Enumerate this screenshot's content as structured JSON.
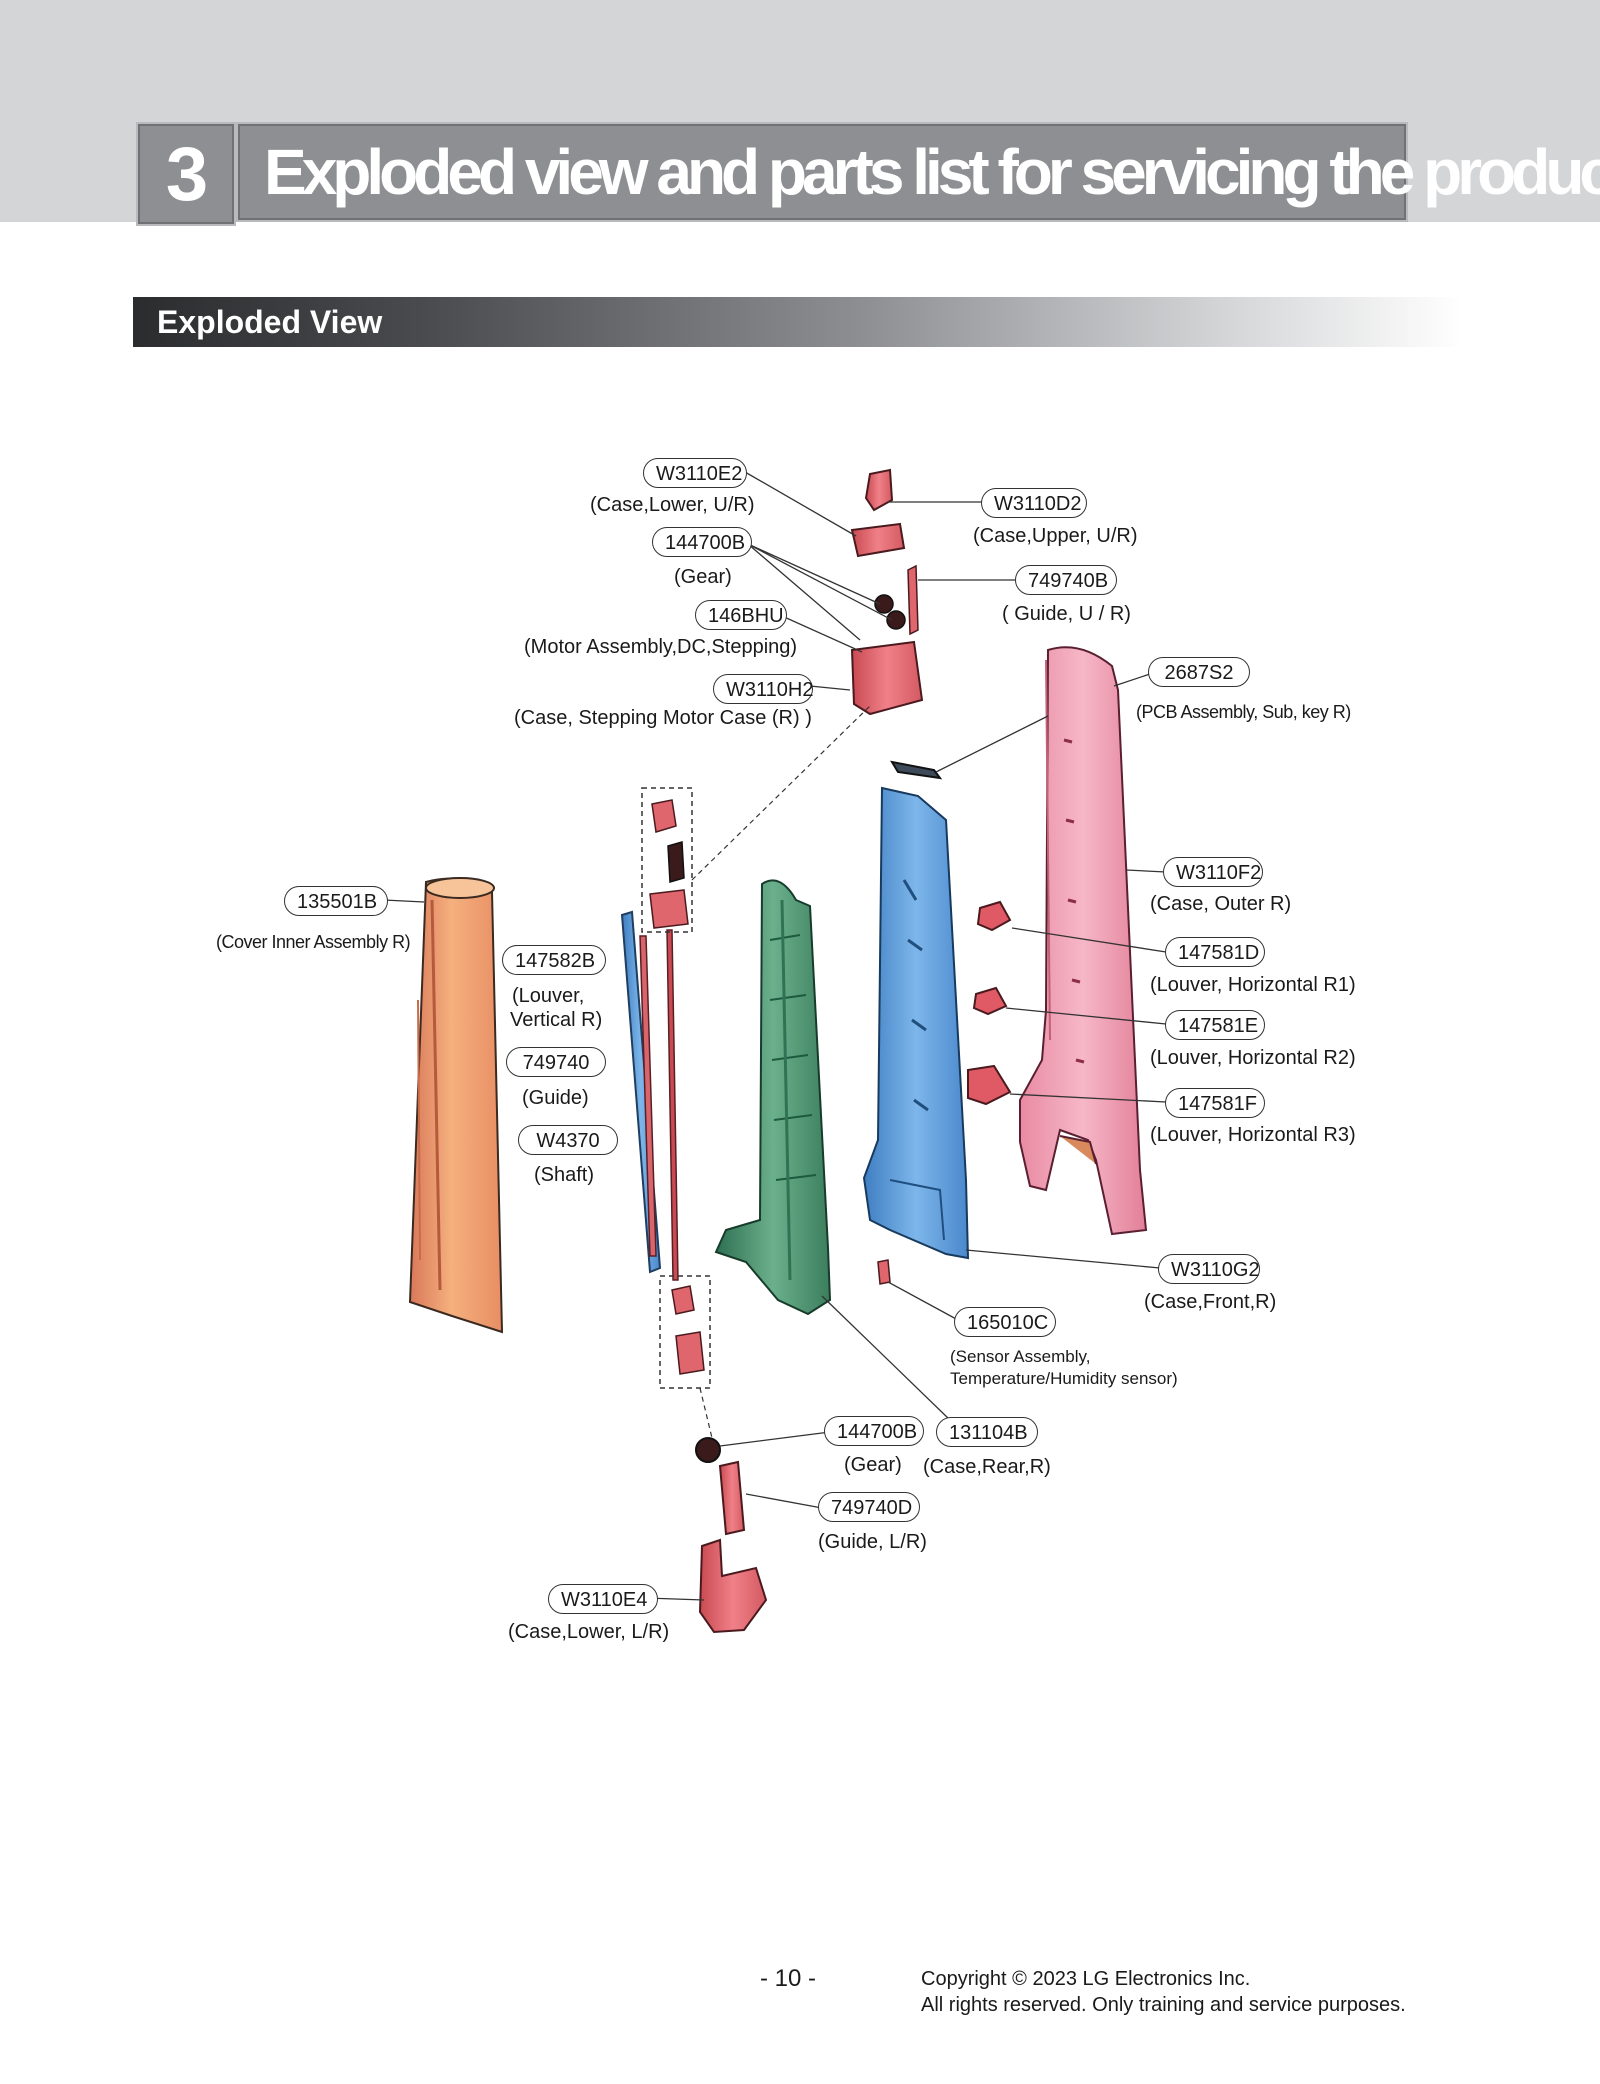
{
  "header": {
    "section_number": "3",
    "section_title": "Exploded view and parts list for servicing the product"
  },
  "subheader": {
    "title": "Exploded View"
  },
  "parts": [
    {
      "code": "W3110E2",
      "name": "(Case,Lower, U/R)"
    },
    {
      "code": "W3110D2",
      "name": "(Case,Upper, U/R)"
    },
    {
      "code": "144700B",
      "name": "(Gear)"
    },
    {
      "code": "749740B",
      "name": "( Guide, U / R)"
    },
    {
      "code": "146BHU",
      "name": "(Motor Assembly,DC,Stepping)"
    },
    {
      "code": "2687S2",
      "name": "(PCB Assembly, Sub, key R)"
    },
    {
      "code": "W3110H2",
      "name": "(Case, Stepping Motor Case (R) )"
    },
    {
      "code": "W3110F2",
      "name": "(Case, Outer R)"
    },
    {
      "code": "135501B",
      "name": "(Cover Inner Assembly R)"
    },
    {
      "code": "147582B",
      "name": "(Louver,",
      "name2": "Vertical R)"
    },
    {
      "code": "147581D",
      "name": "(Louver, Horizontal R1)"
    },
    {
      "code": "147581E",
      "name": "(Louver, Horizontal R2)"
    },
    {
      "code": "749740",
      "name": "(Guide)"
    },
    {
      "code": "147581F",
      "name": "(Louver, Horizontal R3)"
    },
    {
      "code": "W4370",
      "name": "(Shaft)"
    },
    {
      "code": "W3110G2",
      "name": "(Case,Front,R)"
    },
    {
      "code": "165010C",
      "name": "(Sensor Assembly,",
      "name2": "Temperature/Humidity sensor)"
    },
    {
      "code": "144700B",
      "name": "(Gear)"
    },
    {
      "code": "131104B",
      "name": "(Case,Rear,R)"
    },
    {
      "code": "749740D",
      "name": "(Guide, L/R)"
    },
    {
      "code": "W3110E4",
      "name": "(Case,Lower, L/R)"
    }
  ],
  "footer": {
    "page_number": "- 10 -",
    "copyright_line1": "Copyright © 2023 LG Electronics Inc.",
    "copyright_line2": "All rights reserved. Only training and service purposes."
  },
  "colors": {
    "header_gray": "#8d8f93",
    "band_gray": "#d4d5d7",
    "part_red": "#e0666d",
    "part_pink": "#f3a3b8",
    "part_blue": "#6fa9e0",
    "part_green": "#4f9a78",
    "part_orange": "#f2a877"
  }
}
